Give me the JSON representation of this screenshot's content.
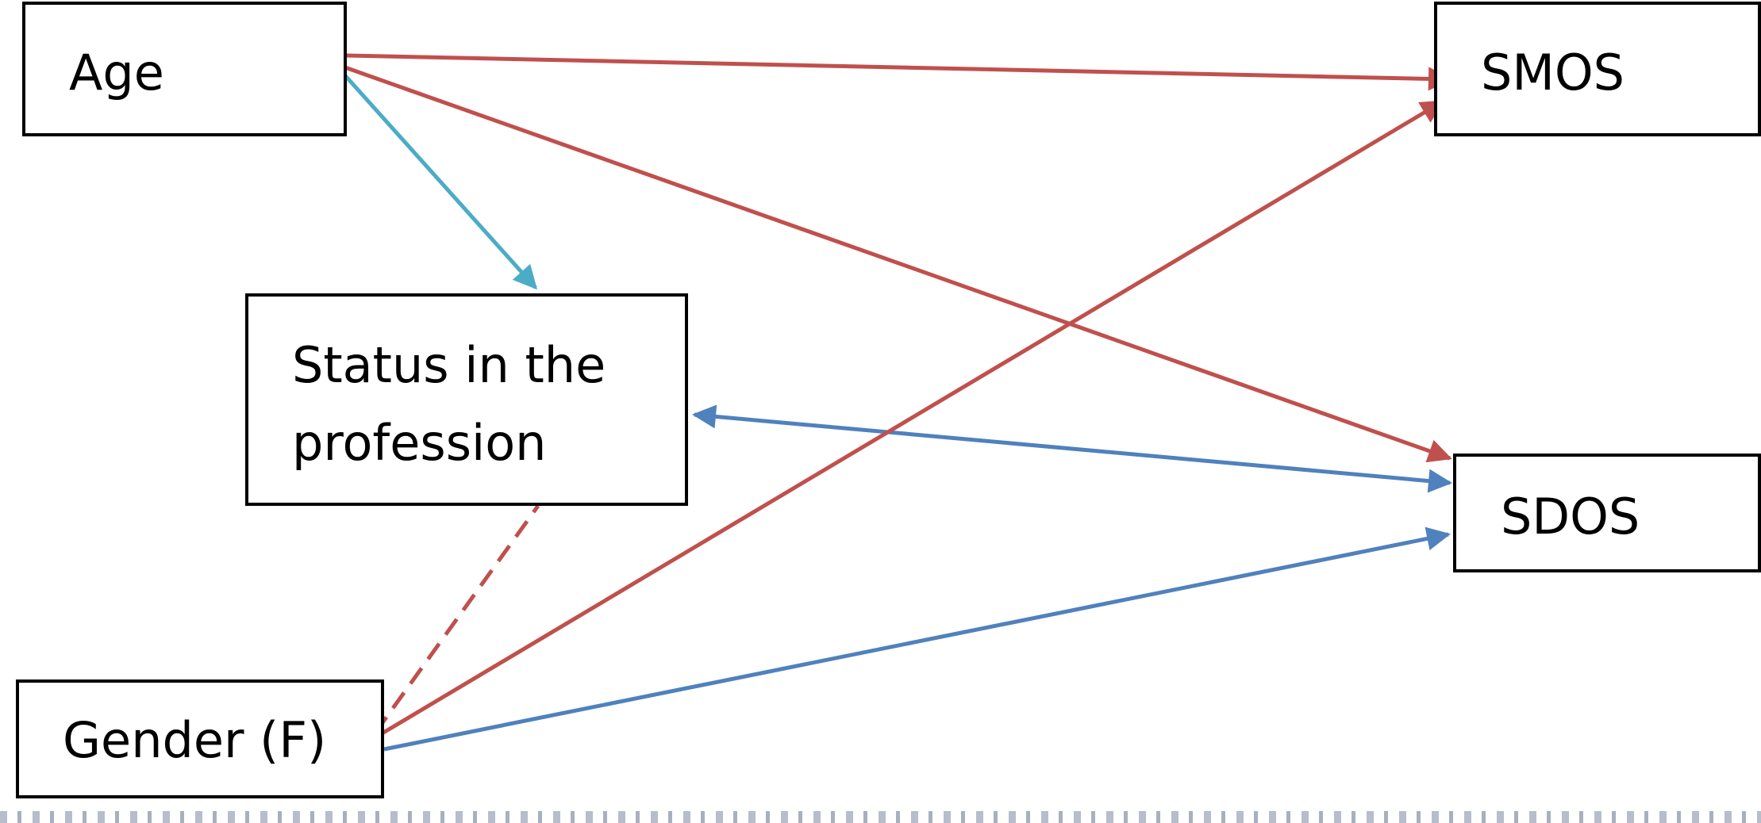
{
  "diagram": {
    "nodes": {
      "age": {
        "label": "Age"
      },
      "status": {
        "label": "Status in the profession"
      },
      "gender": {
        "label": "Gender (F)"
      },
      "smos": {
        "label": "SMOS"
      },
      "sdos": {
        "label": "SDOS"
      }
    },
    "edges": [
      {
        "from": "Age",
        "to": "SMOS",
        "style": "solid",
        "color": "#c0504d",
        "direction": "forward"
      },
      {
        "from": "Age",
        "to": "SDOS",
        "style": "solid",
        "color": "#c0504d",
        "direction": "forward"
      },
      {
        "from": "Age",
        "to": "Status in the profession",
        "style": "solid",
        "color": "#4bacc6",
        "direction": "forward"
      },
      {
        "from": "Status in the profession",
        "to": "SDOS",
        "style": "solid",
        "color": "#4f81bd",
        "direction": "both"
      },
      {
        "from": "Gender (F)",
        "to": "SMOS",
        "style": "solid",
        "color": "#c0504d",
        "direction": "forward"
      },
      {
        "from": "Gender (F)",
        "to": "SDOS",
        "style": "solid",
        "color": "#4f81bd",
        "direction": "forward"
      },
      {
        "from": "Gender (F)",
        "to": "Status in the profession",
        "style": "dashed",
        "color": "#c0504d",
        "direction": "none"
      }
    ],
    "colors": {
      "red": "#c0504d",
      "teal": "#4bacc6",
      "blue": "#4f81bd",
      "box_border": "#000000"
    }
  }
}
